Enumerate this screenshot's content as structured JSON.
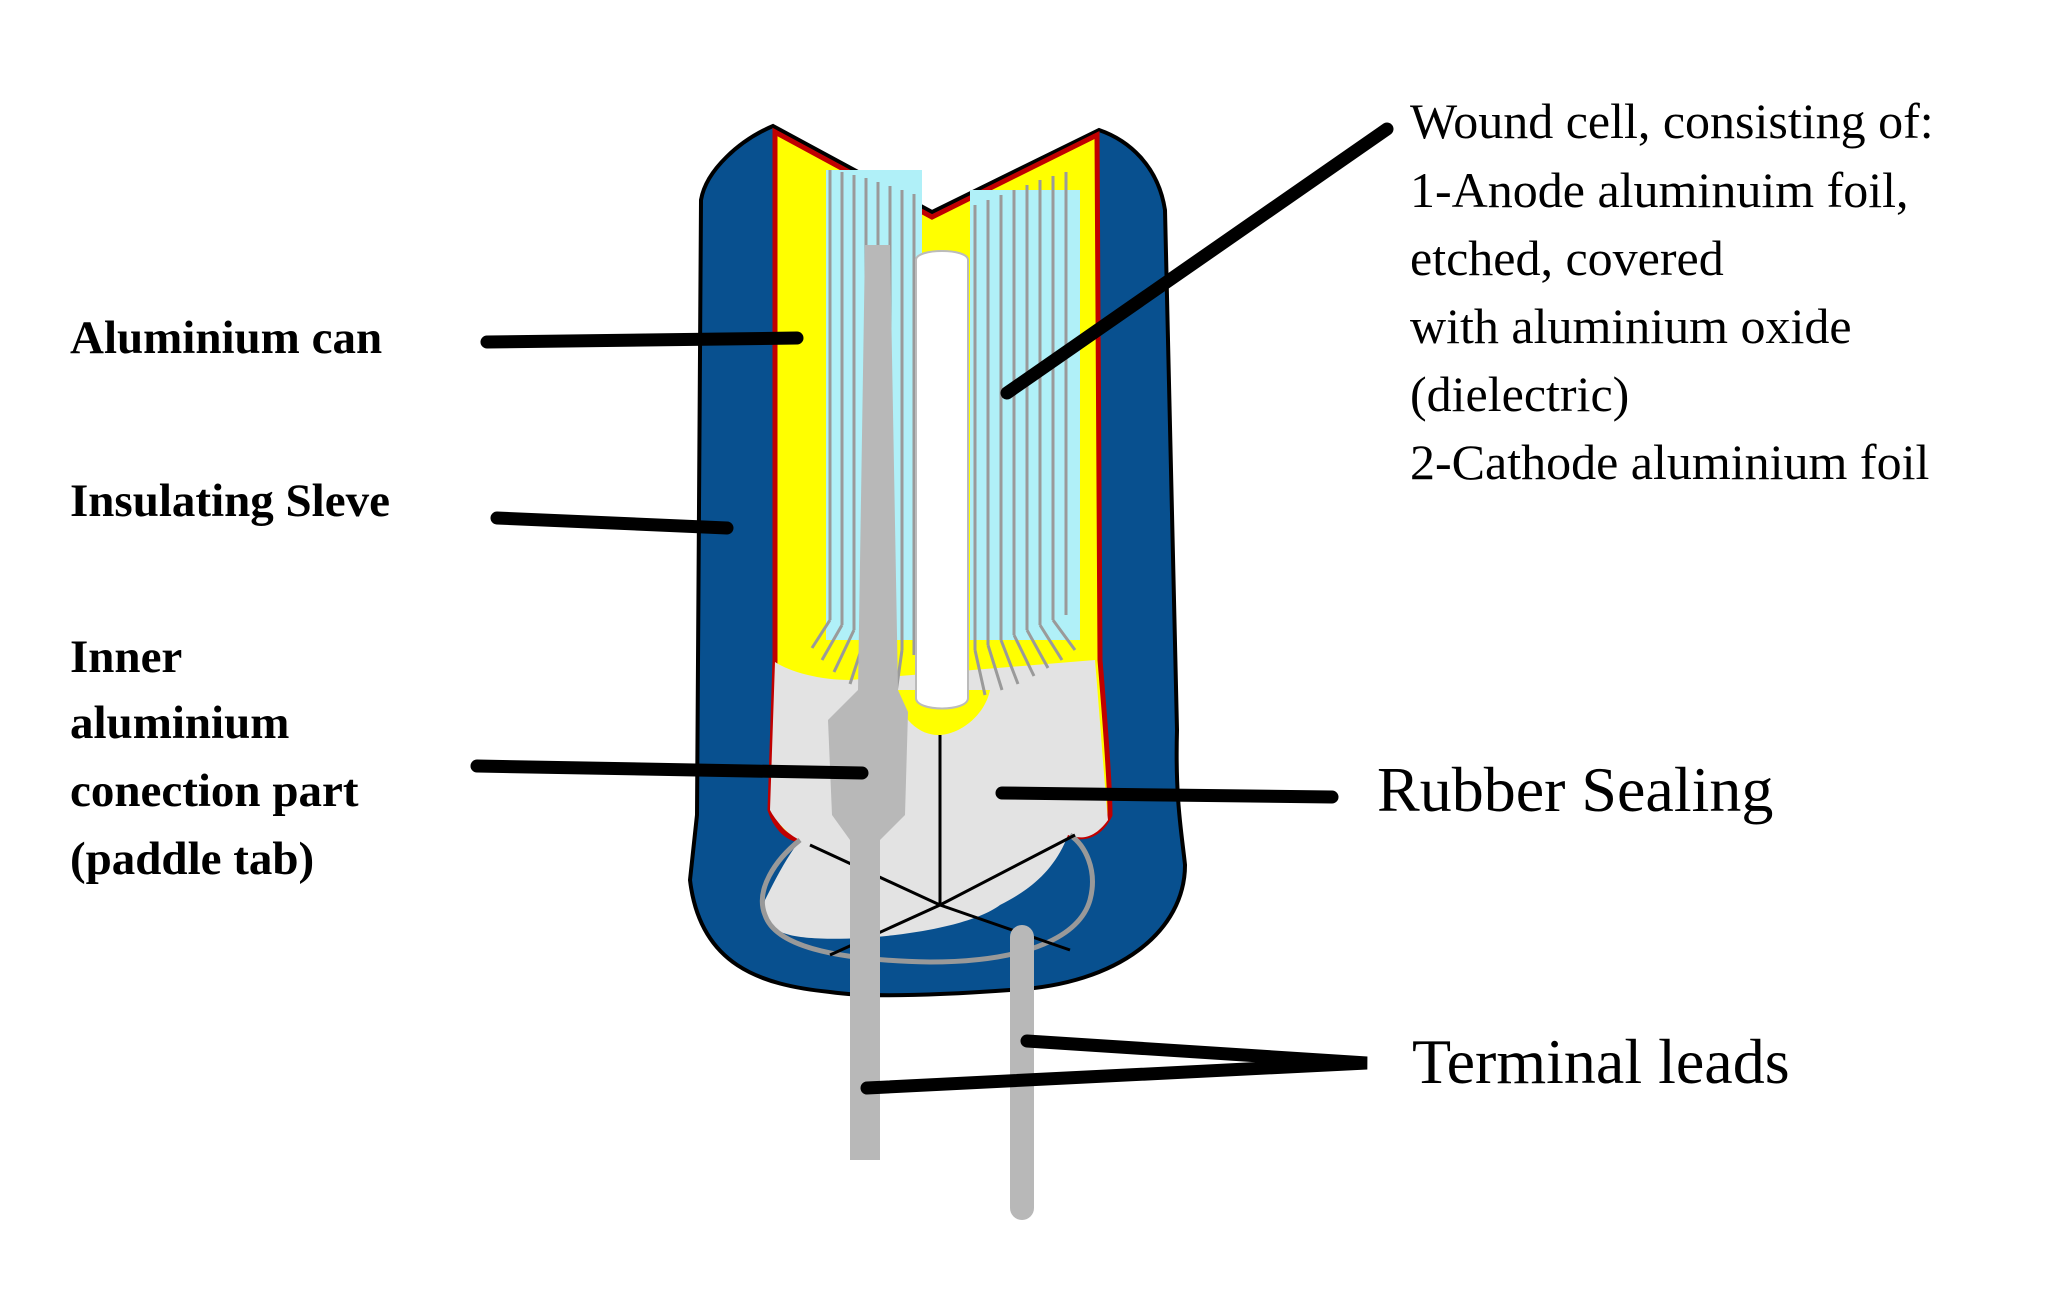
{
  "labels": {
    "aluminium_can": "Aluminium can",
    "insulating_sleeve": "Insulating Sleve",
    "inner_connection": [
      "Inner",
      "aluminium",
      "conection part",
      "(paddle tab)"
    ],
    "wound_cell": [
      "Wound cell, consisting of:",
      "1-Anode aluminuim foil,",
      "etched, covered",
      "with aluminium oxide",
      "(dielectric)",
      "2-Cathode aluminium foil"
    ],
    "rubber_sealing": "Rubber Sealing",
    "terminal_leads": "Terminal leads"
  },
  "colors": {
    "sleeve": "#08508f",
    "can_edge": "#c00000",
    "can_inner": "#ffff00",
    "foil": "#b0f0f8",
    "foil_line": "#9a9a9a",
    "rubber": "#e3e3e3",
    "lead": "#b8b8b8",
    "leader": "#000000"
  }
}
